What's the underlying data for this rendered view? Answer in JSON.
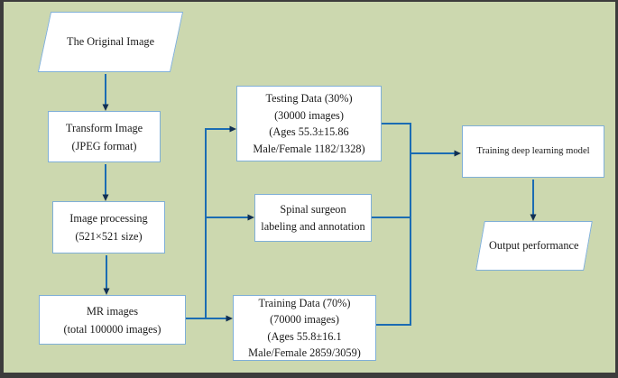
{
  "figure": {
    "type": "flowchart",
    "background_color": "#ccd8af",
    "frame_color": "#3c3c3c",
    "node_fill_color": "#ffffff",
    "node_border_color": "#7fafd7",
    "arrow_color": "#1b6cb3",
    "arrowhead_color": "#112f52",
    "text_color": "#1a1a1a",
    "nodes": {
      "original_image": {
        "shape": "parallelogram",
        "lines": [
          "The Original Image"
        ]
      },
      "transform_image": {
        "shape": "rect",
        "lines": [
          "Transform Image",
          "(JPEG format)"
        ]
      },
      "image_processing": {
        "shape": "rect",
        "lines": [
          "Image processing",
          "(521×521 size)"
        ]
      },
      "mr_images": {
        "shape": "rect",
        "lines": [
          "MR images",
          "(total 100000 images)"
        ]
      },
      "testing_data": {
        "shape": "rect",
        "lines": [
          "Testing Data (30%)",
          "(30000 images)",
          "(Ages 55.3±15.86",
          "Male/Female 1182/1328)"
        ]
      },
      "spinal_surgeon": {
        "shape": "rect",
        "lines": [
          "Spinal surgeon",
          "labeling and annotation"
        ]
      },
      "training_data": {
        "shape": "rect",
        "lines": [
          "Training Data (70%)",
          "(70000 images)",
          "(Ages 55.8±16.1",
          "Male/Female 2859/3059)"
        ]
      },
      "training_model": {
        "shape": "rect",
        "lines": [
          "Training deep learning model"
        ]
      },
      "output_performance": {
        "shape": "parallelogram",
        "lines": [
          "Output performance"
        ]
      }
    },
    "edges": [
      {
        "from": "original_image",
        "to": "transform_image"
      },
      {
        "from": "transform_image",
        "to": "image_processing"
      },
      {
        "from": "image_processing",
        "to": "mr_images"
      },
      {
        "from": "mr_images",
        "to": "testing_data"
      },
      {
        "from": "mr_images",
        "to": "spinal_surgeon"
      },
      {
        "from": "mr_images",
        "to": "training_data"
      },
      {
        "from": "testing_data",
        "to": "training_model"
      },
      {
        "from": "spinal_surgeon",
        "to": "training_model"
      },
      {
        "from": "training_data",
        "to": "training_model"
      },
      {
        "from": "training_model",
        "to": "output_performance"
      }
    ]
  }
}
